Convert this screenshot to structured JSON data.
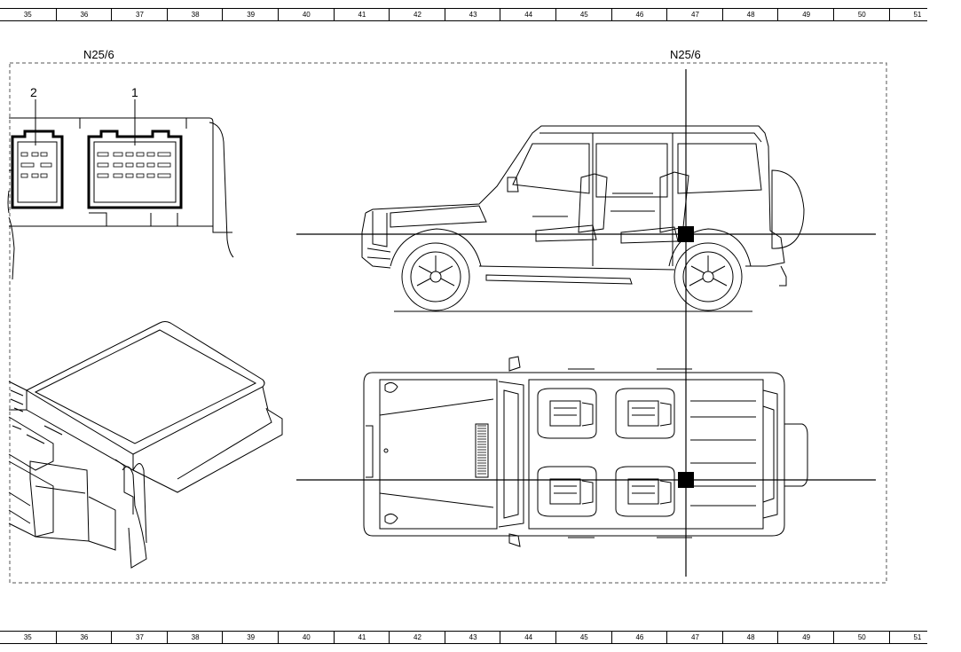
{
  "ruler": {
    "columns": [
      "35",
      "36",
      "37",
      "38",
      "39",
      "40",
      "41",
      "42",
      "43",
      "44",
      "45",
      "46",
      "47",
      "48",
      "49",
      "50",
      "51"
    ]
  },
  "labels": {
    "component_left": "N25/6",
    "component_right": "N25/6",
    "pin_2": "2",
    "pin_1": "1"
  },
  "colors": {
    "line": "#000000",
    "frame_dash": "#555555",
    "background": "#ffffff"
  },
  "icons": {
    "connector": "connector-housing-icon",
    "control_unit": "control-unit-icon",
    "vehicle_side": "vehicle-side-view-icon",
    "vehicle_top": "vehicle-top-view-icon",
    "location_marker": "location-marker-icon"
  }
}
